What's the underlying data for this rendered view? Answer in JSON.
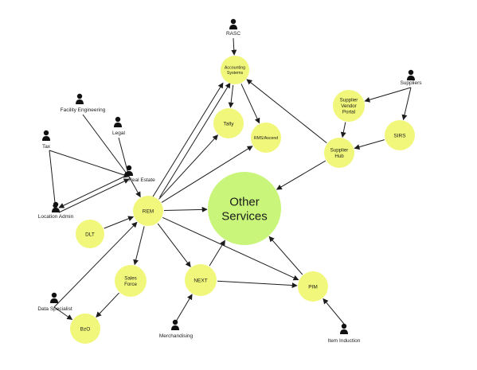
{
  "diagram": {
    "nodes": [
      {
        "id": "accounting",
        "label_lines": [
          "Accounting",
          "Systems"
        ]
      },
      {
        "id": "tally",
        "label_lines": [
          "Tally"
        ]
      },
      {
        "id": "rms",
        "label_lines": [
          "RMS/Ascend"
        ]
      },
      {
        "id": "vendor_portal",
        "label_lines": [
          "Supplier",
          "Vendor",
          "Portal"
        ]
      },
      {
        "id": "sirs",
        "label_lines": [
          "SIRS"
        ]
      },
      {
        "id": "supplier_hub",
        "label_lines": [
          "Supplier",
          "Hub"
        ]
      },
      {
        "id": "other",
        "label_lines": [
          "Other",
          "Services"
        ]
      },
      {
        "id": "rem",
        "label_lines": [
          "REM"
        ]
      },
      {
        "id": "dlt",
        "label_lines": [
          "DLT"
        ]
      },
      {
        "id": "salesforce",
        "label_lines": [
          "Sales",
          "Force"
        ]
      },
      {
        "id": "next",
        "label_lines": [
          "NEXT"
        ]
      },
      {
        "id": "pim",
        "label_lines": [
          "PIM"
        ]
      },
      {
        "id": "bzo",
        "label_lines": [
          "BzO"
        ]
      }
    ],
    "actors": [
      {
        "id": "rasc",
        "label": "RASC"
      },
      {
        "id": "suppliers",
        "label": "Suppliers"
      },
      {
        "id": "facility",
        "label": "Facility Engineering"
      },
      {
        "id": "legal",
        "label": "Legal"
      },
      {
        "id": "tax",
        "label": "Tax"
      },
      {
        "id": "realestate",
        "label": "Real Estate"
      },
      {
        "id": "locadmin",
        "label": "Location Admin"
      },
      {
        "id": "dataspec",
        "label": "Data Specialist"
      },
      {
        "id": "merch",
        "label": "Merchandising"
      },
      {
        "id": "iteminduction",
        "label": "Item Induction"
      }
    ]
  }
}
